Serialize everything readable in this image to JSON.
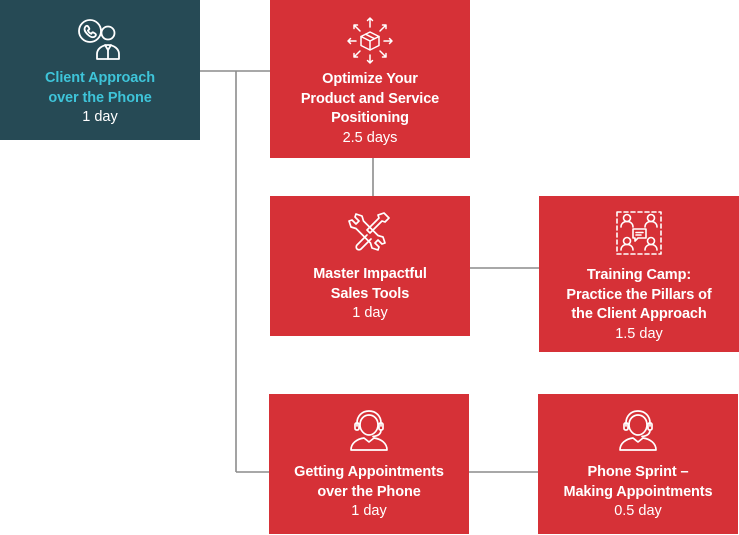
{
  "theme": {
    "accent_red": "#d63137",
    "dark_teal": "#264a55",
    "cyan_text": "#3ec4d9",
    "connector": "#8c8c8c"
  },
  "modules": [
    {
      "id": "client-approach",
      "icon": "phone-headset-user-icon",
      "title_lines": [
        "Client Approach",
        "over the Phone"
      ],
      "duration": "1 day"
    },
    {
      "id": "optimize",
      "icon": "box-expand-arrows-icon",
      "title_lines": [
        "Optimize Your",
        "Product and Service",
        "Positioning"
      ],
      "duration": "2.5 days"
    },
    {
      "id": "master-tools",
      "icon": "wrench-screwdriver-icon",
      "title_lines": [
        "Master Impactful",
        "Sales Tools"
      ],
      "duration": "1 day"
    },
    {
      "id": "training-camp",
      "icon": "team-chat-icon",
      "title_lines": [
        "Training Camp:",
        "Practice the Pillars of",
        "the Client Approach"
      ],
      "duration": "1.5 day"
    },
    {
      "id": "getting-appointments",
      "icon": "headset-agent-icon",
      "title_lines": [
        "Getting Appointments",
        "over the Phone"
      ],
      "duration": "1 day"
    },
    {
      "id": "phone-sprint",
      "icon": "headset-agent-icon",
      "title_lines": [
        "Phone Sprint –",
        "Making Appointments"
      ],
      "duration": "0.5 day"
    }
  ]
}
